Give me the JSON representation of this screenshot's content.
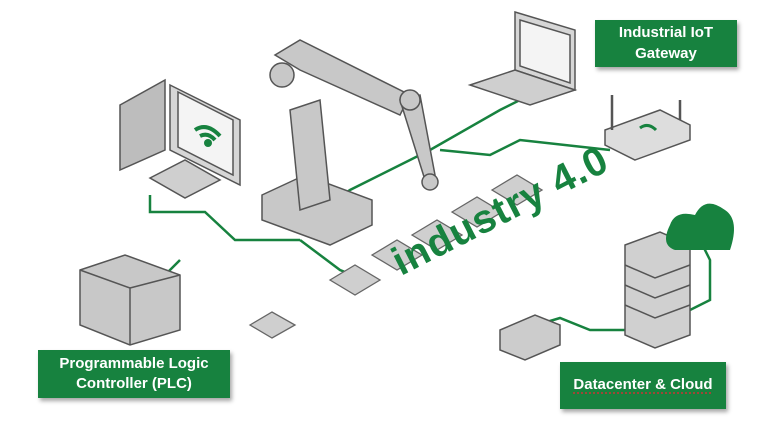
{
  "title": "industry 4.0",
  "labels": {
    "iot_gateway": "Industrial IoT Gateway",
    "plc": "Programmable Logic Controller (PLC)",
    "datacenter": "Datacenter & Cloud"
  },
  "colors": {
    "accent": "#17823f",
    "device": "#c8c8c8",
    "outline": "#555555"
  }
}
